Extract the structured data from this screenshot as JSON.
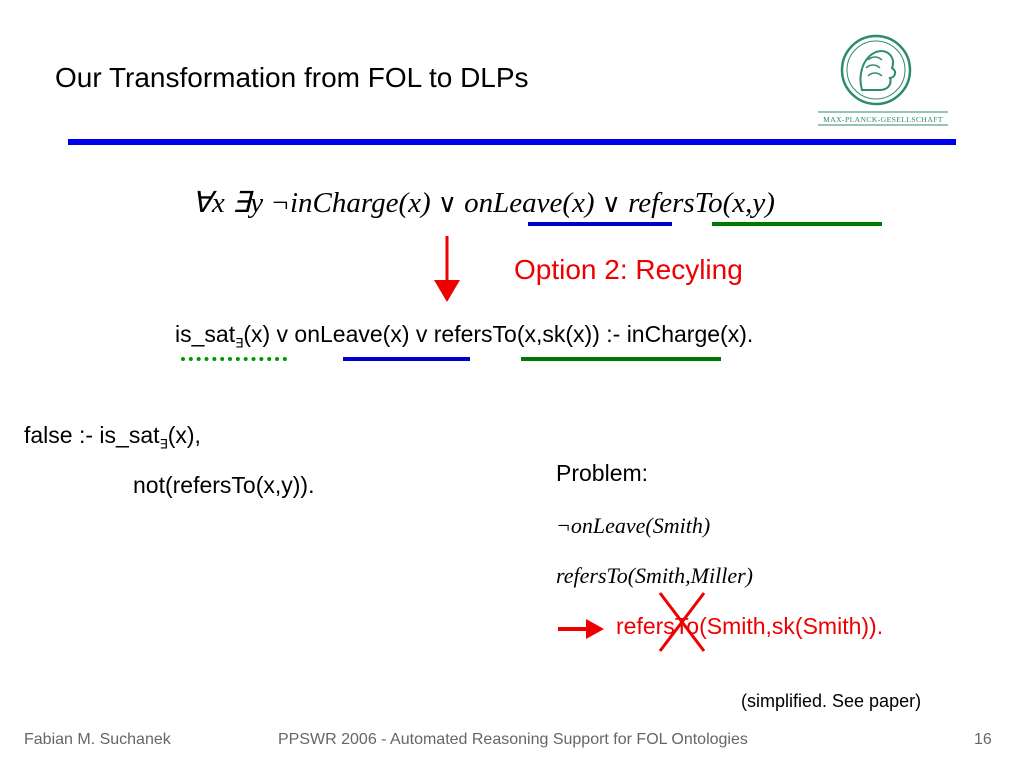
{
  "slide": {
    "title": "Our Transformation from FOL to DLPs",
    "logo_text": "MAX-PLANCK-GESELLSCHAFT",
    "formula": {
      "forall": "∀x ∃y  ",
      "neg_incharge": "¬inCharge(x)",
      "or1": " ∨ ",
      "onleave": "onLeave(x)",
      "or2": " ∨ ",
      "refersto": "refersTo(x,y)"
    },
    "option_label": "Option 2: Recyling",
    "rule": {
      "is_sat": "is_sat",
      "exists_sub": "∃",
      "body": "(x)  v  onLeave(x)  v refersTo(x,sk(x))  :-  inCharge(x)."
    },
    "constraint": {
      "line1_prefix": "false  :-  is_sat",
      "exists_sub": "∃",
      "line1_suffix": "(x),",
      "line2": "not(refersTo(x,y))."
    },
    "problem": {
      "label": "Problem:",
      "fact1": "¬onLeave(Smith)",
      "fact2": "refersTo(Smith,Miller)",
      "conclusion": "refersTo(Smith,sk(Smith))."
    },
    "note": "(simplified. See paper)"
  },
  "footer": {
    "author": "Fabian M. Suchanek",
    "conference": "PPSWR 2006 - Automated Reasoning Support for FOL Ontologies",
    "page_number": "16"
  },
  "colors": {
    "rule_blue": "#0000ee",
    "underline_blue": "#0000cc",
    "underline_green": "#007700",
    "accent_red": "#ee0000",
    "logo_green": "#2e8b6e"
  }
}
